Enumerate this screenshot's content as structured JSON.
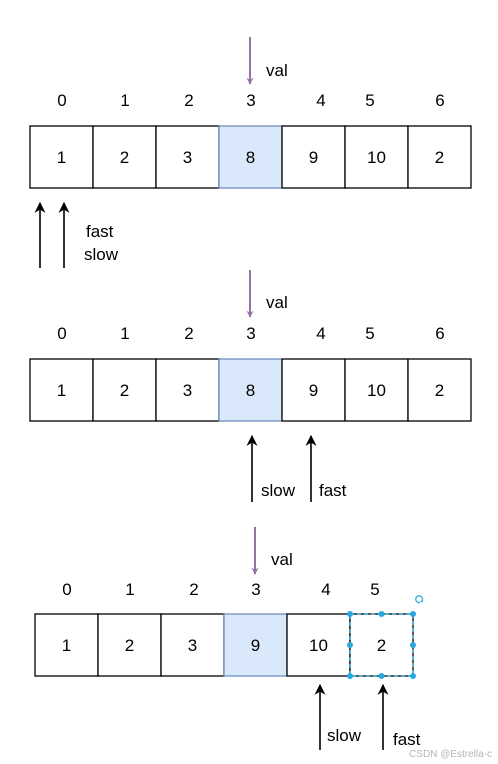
{
  "colors": {
    "cell_stroke": "#000000",
    "highlight_fill": "#dae8fc",
    "highlight_stroke": "#6c8ebf",
    "val_arrow": "#9673a6",
    "selection": "#29a8e0",
    "pointer": "#000000"
  },
  "icons": {
    "selection_handle": "rotate-handle-icon"
  },
  "panels": [
    {
      "indices": [
        "0",
        "1",
        "2",
        "3",
        "4",
        "5",
        "6"
      ],
      "cells": [
        "1",
        "2",
        "3",
        "8",
        "9",
        "10",
        "2"
      ],
      "highlight_index": 3,
      "val_label": "val",
      "pointers": [
        {
          "label": "fast",
          "cell": 0
        },
        {
          "label": "slow",
          "cell": 0
        }
      ]
    },
    {
      "indices": [
        "0",
        "1",
        "2",
        "3",
        "4",
        "5",
        "6"
      ],
      "cells": [
        "1",
        "2",
        "3",
        "8",
        "9",
        "10",
        "2"
      ],
      "highlight_index": 3,
      "val_label": "val",
      "pointers": [
        {
          "label": "slow",
          "cell": 3
        },
        {
          "label": "fast",
          "cell": 4
        }
      ]
    },
    {
      "indices": [
        "0",
        "1",
        "2",
        "3",
        "4",
        "5"
      ],
      "cells": [
        "1",
        "2",
        "3",
        "9",
        "10",
        "2"
      ],
      "highlight_index": 3,
      "selected_index": 5,
      "val_label": "val",
      "pointers": [
        {
          "label": "slow",
          "cell": 4
        },
        {
          "label": "fast",
          "cell": 5
        }
      ]
    }
  ],
  "watermark": "CSDN @Estrella-c"
}
